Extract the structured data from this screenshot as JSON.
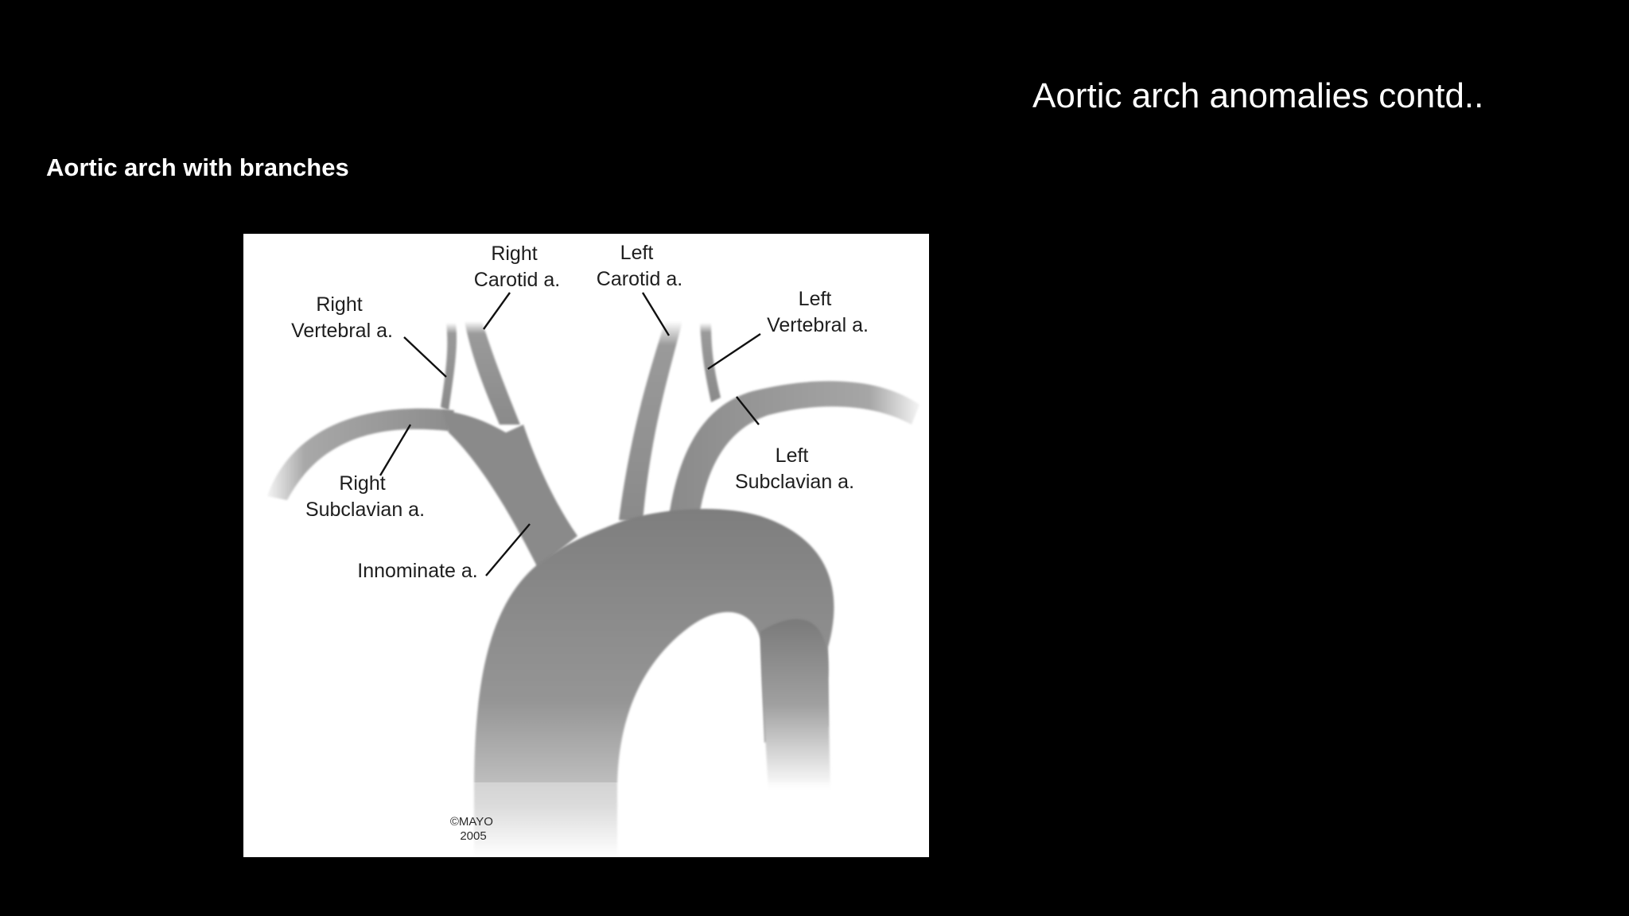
{
  "slide": {
    "title": "Aortic arch anomalies contd..",
    "subtitle": "Aortic arch with branches"
  },
  "figure": {
    "labels": {
      "right_carotid_line1": "Right",
      "right_carotid_line2": "Carotid a.",
      "left_carotid_line1": "Left",
      "left_carotid_line2": "Carotid a.",
      "right_vertebral_line1": "Right",
      "right_vertebral_line2": "Vertebral a.",
      "left_vertebral_line1": "Left",
      "left_vertebral_line2": "Vertebral a.",
      "left_subclavian_line1": "Left",
      "left_subclavian_line2": "Subclavian a.",
      "right_subclavian_line1": "Right",
      "right_subclavian_line2": "Subclavian a.",
      "innominate": "Innominate a."
    },
    "copyright_line1": "©MAYO",
    "copyright_line2": "2005"
  },
  "colors": {
    "background": "#000000",
    "text": "#ffffff",
    "figure_background": "#ffffff",
    "vessel_gray": "#8a8a8a"
  }
}
